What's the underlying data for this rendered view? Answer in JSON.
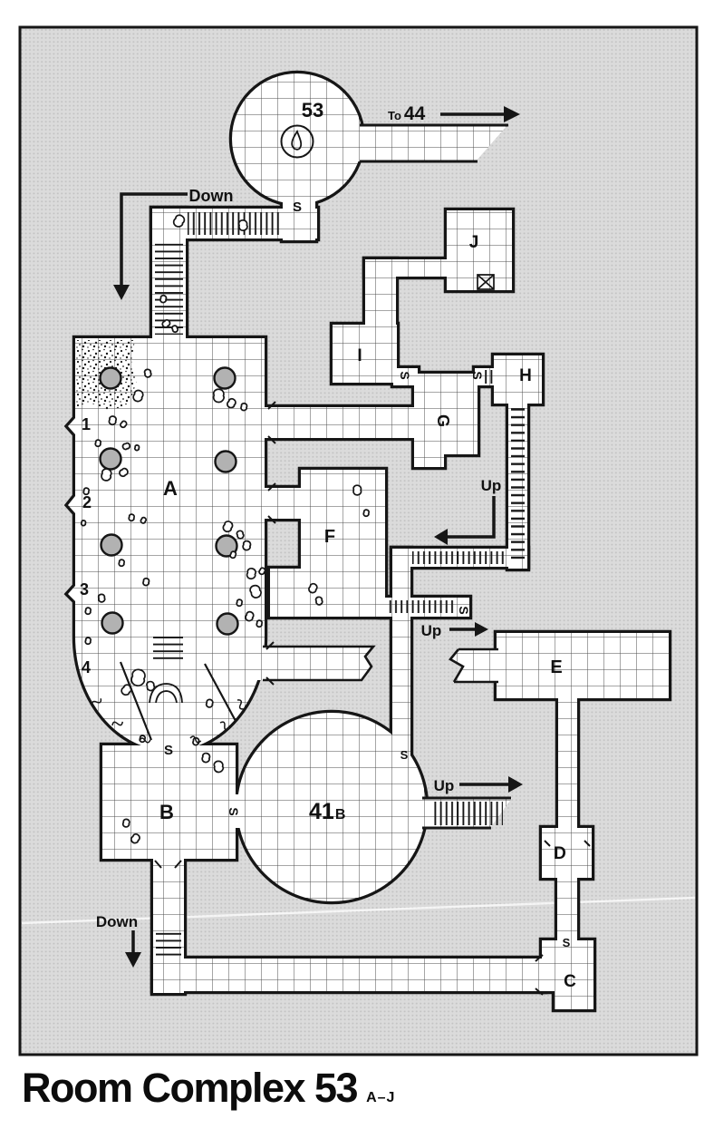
{
  "title": {
    "main": "Room Complex 53",
    "range": "A–J"
  },
  "rooms": {
    "chamber_53": "53",
    "a": "A",
    "b": "B",
    "c": "C",
    "d": "D",
    "e": "E",
    "f": "F",
    "g": "G",
    "h": "H",
    "i": "I",
    "j": "J",
    "rotunda_41b": {
      "number": "41",
      "suffix": "B"
    }
  },
  "alcoves": {
    "n1": "1",
    "n2": "2",
    "n3": "3",
    "n4": "4"
  },
  "annotations": {
    "down_top": "Down",
    "down_bottom": "Down",
    "up_mid": "Up",
    "up_east": "Up",
    "up_41b": "Up",
    "to_exit_prefix": "To",
    "to_exit_number": "44"
  },
  "markers": {
    "secret_door": "S"
  },
  "colors": {
    "background": "#dbdbdb",
    "halftone_dot": "#c3c3c3",
    "floor": "#ffffff",
    "wall": "#161616",
    "grid_line": "#4d4d4d",
    "pillar": "#b2b2b2"
  }
}
